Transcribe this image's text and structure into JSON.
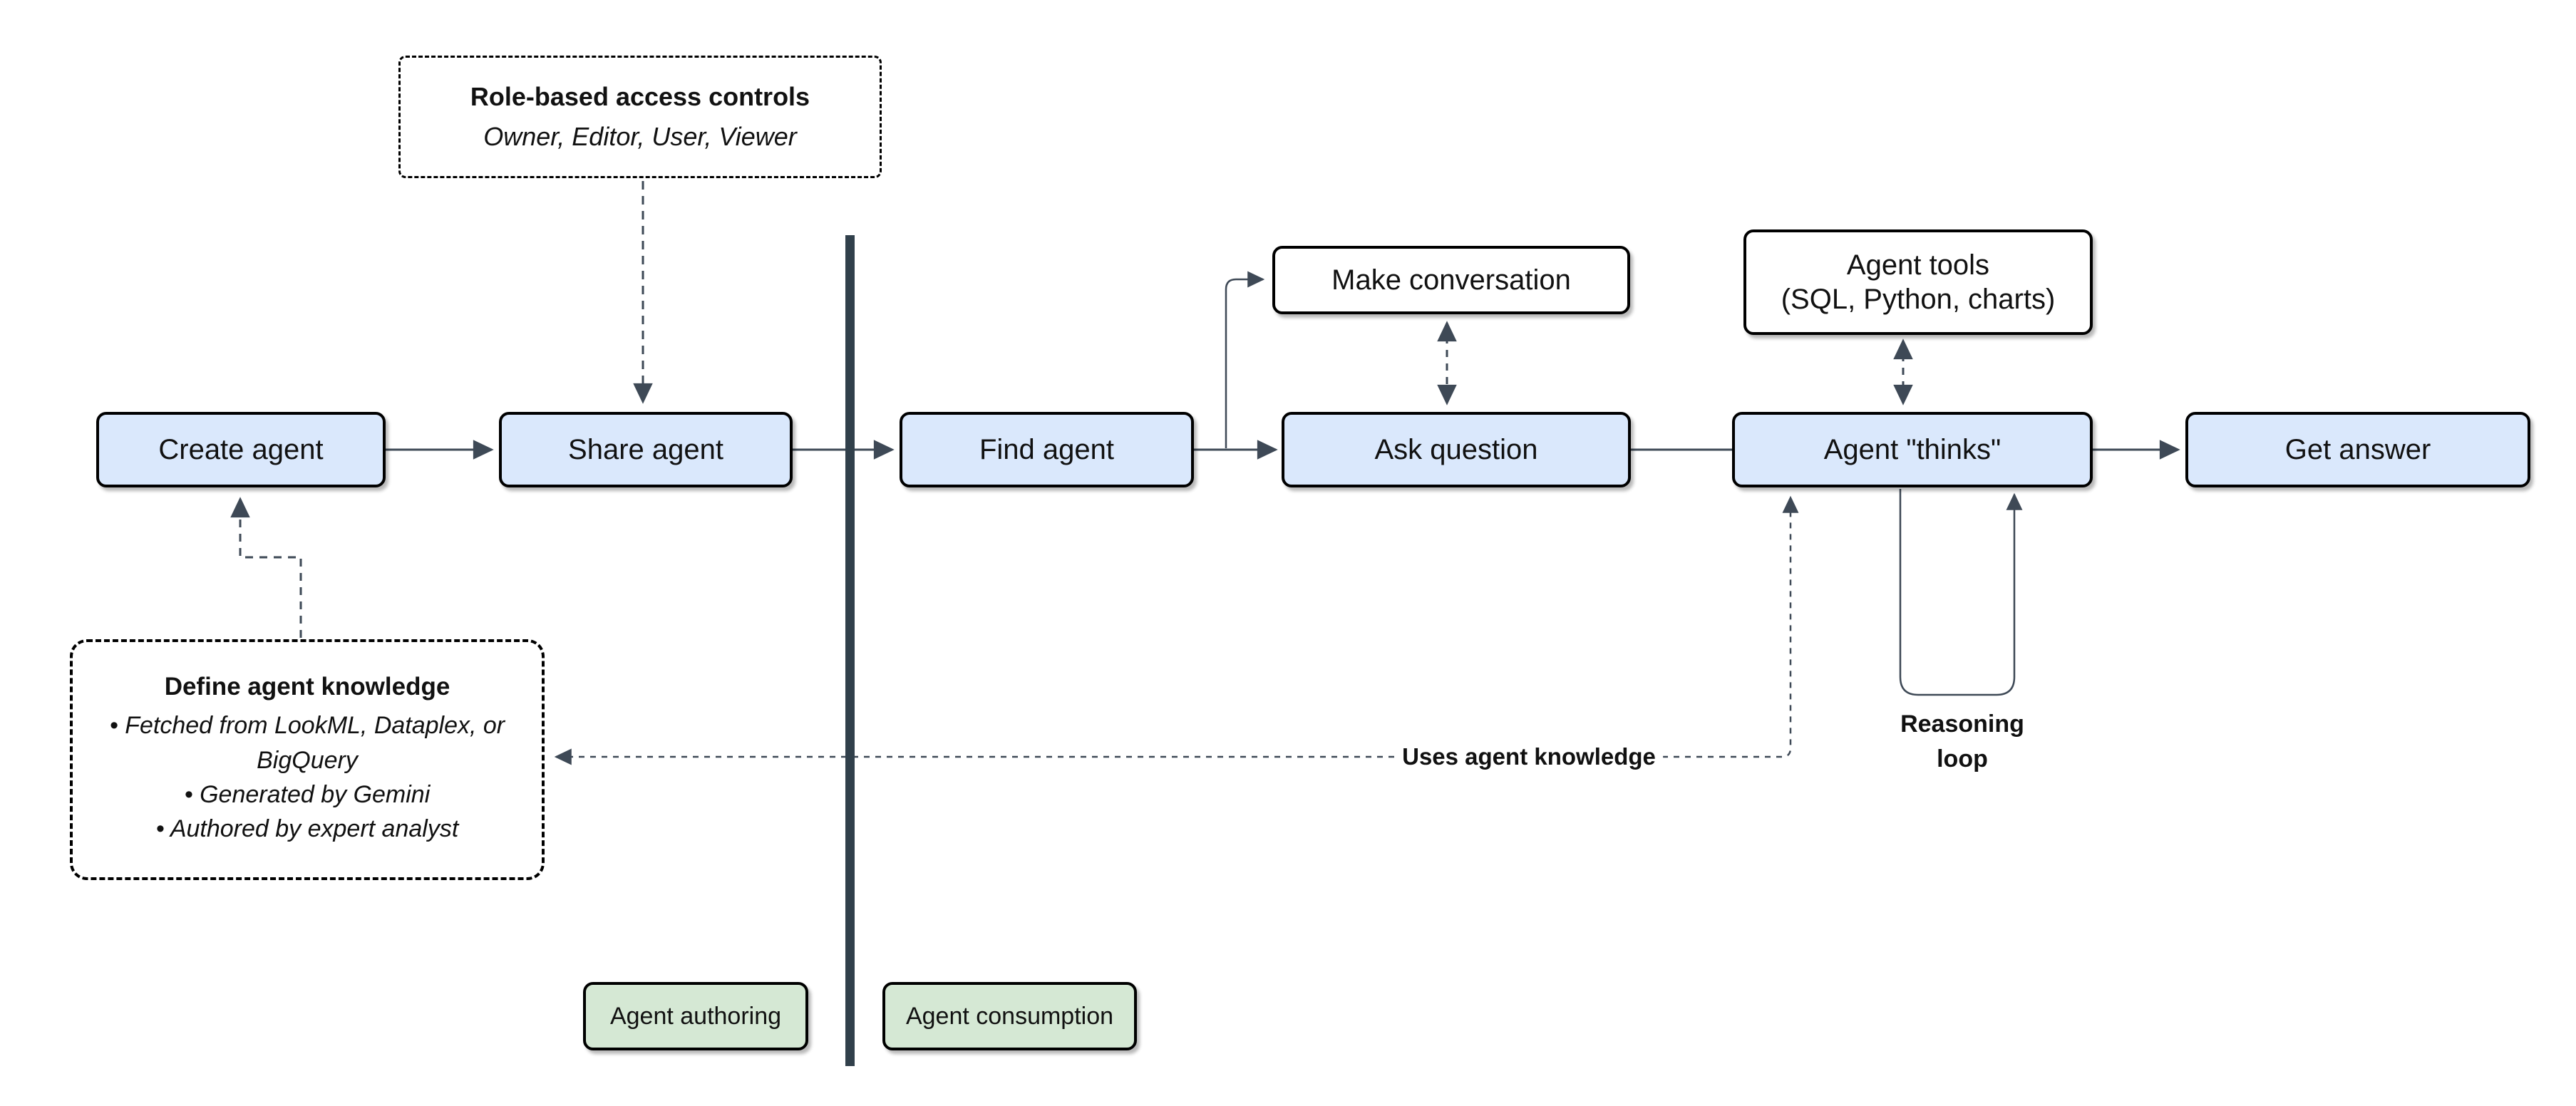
{
  "nodes": {
    "create_agent": {
      "label": "Create agent"
    },
    "share_agent": {
      "label": "Share agent"
    },
    "find_agent": {
      "label": "Find agent"
    },
    "make_conversation": {
      "label": "Make conversation"
    },
    "ask_question": {
      "label": "Ask question"
    },
    "agent_tools": {
      "lines": [
        "Agent tools",
        "(SQL, Python, charts)"
      ]
    },
    "agent_thinks": {
      "label": "Agent \"thinks\""
    },
    "get_answer": {
      "label": "Get answer"
    }
  },
  "notes": {
    "role_based": {
      "title": "Role-based access controls",
      "subtitle": "Owner, Editor, User, Viewer"
    },
    "define_knowledge": {
      "title": "Define agent knowledge",
      "bullets": [
        "Fetched from LookML, Dataplex, or BigQuery",
        "Generated by Gemini",
        "Authored by expert analyst"
      ]
    }
  },
  "labels": {
    "reasoning_loop": "Reasoning loop",
    "uses_agent_knowledge": "Uses agent knowledge",
    "agent_authoring": "Agent authoring",
    "agent_consumption": "Agent consumption"
  },
  "colors": {
    "node_fill": "#dae8fc",
    "tag_fill": "#d5e8d4",
    "node_border": "#000000",
    "wire_stroke": "#3e4956",
    "divider": "#31404b",
    "background": "#ffffff"
  }
}
